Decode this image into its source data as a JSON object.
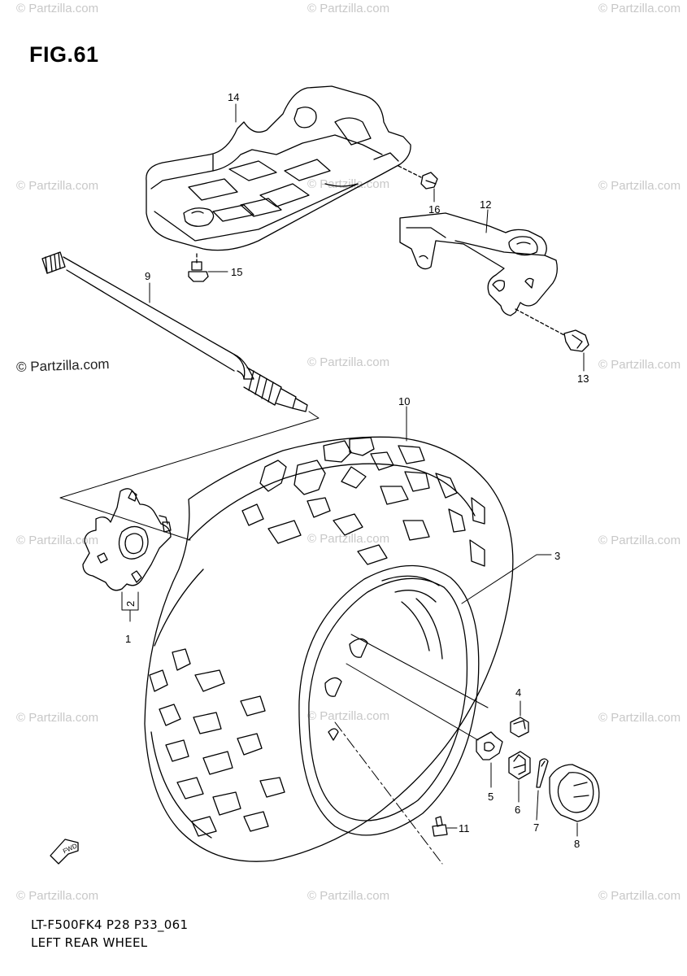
{
  "figure": {
    "title": "FIG.61"
  },
  "footer": {
    "code": "LT-F500FK4 P28 P33_061",
    "name": "LEFT REAR WHEEL"
  },
  "watermark": {
    "text": "© Partzilla.com",
    "prominent_text": "© Partzilla.com"
  },
  "fwd_indicator": {
    "label": "FWD"
  },
  "callouts": {
    "c1": "1",
    "c2": "2",
    "c3": "3",
    "c4": "4",
    "c5": "5",
    "c6": "6",
    "c7": "7",
    "c8": "8",
    "c9": "9",
    "c10": "10",
    "c11": "11",
    "c12": "12",
    "c13": "13",
    "c14": "14",
    "c15": "15",
    "c16": "16"
  },
  "colors": {
    "line": "#000000",
    "watermark": "#c8c8c8",
    "background": "#ffffff"
  }
}
